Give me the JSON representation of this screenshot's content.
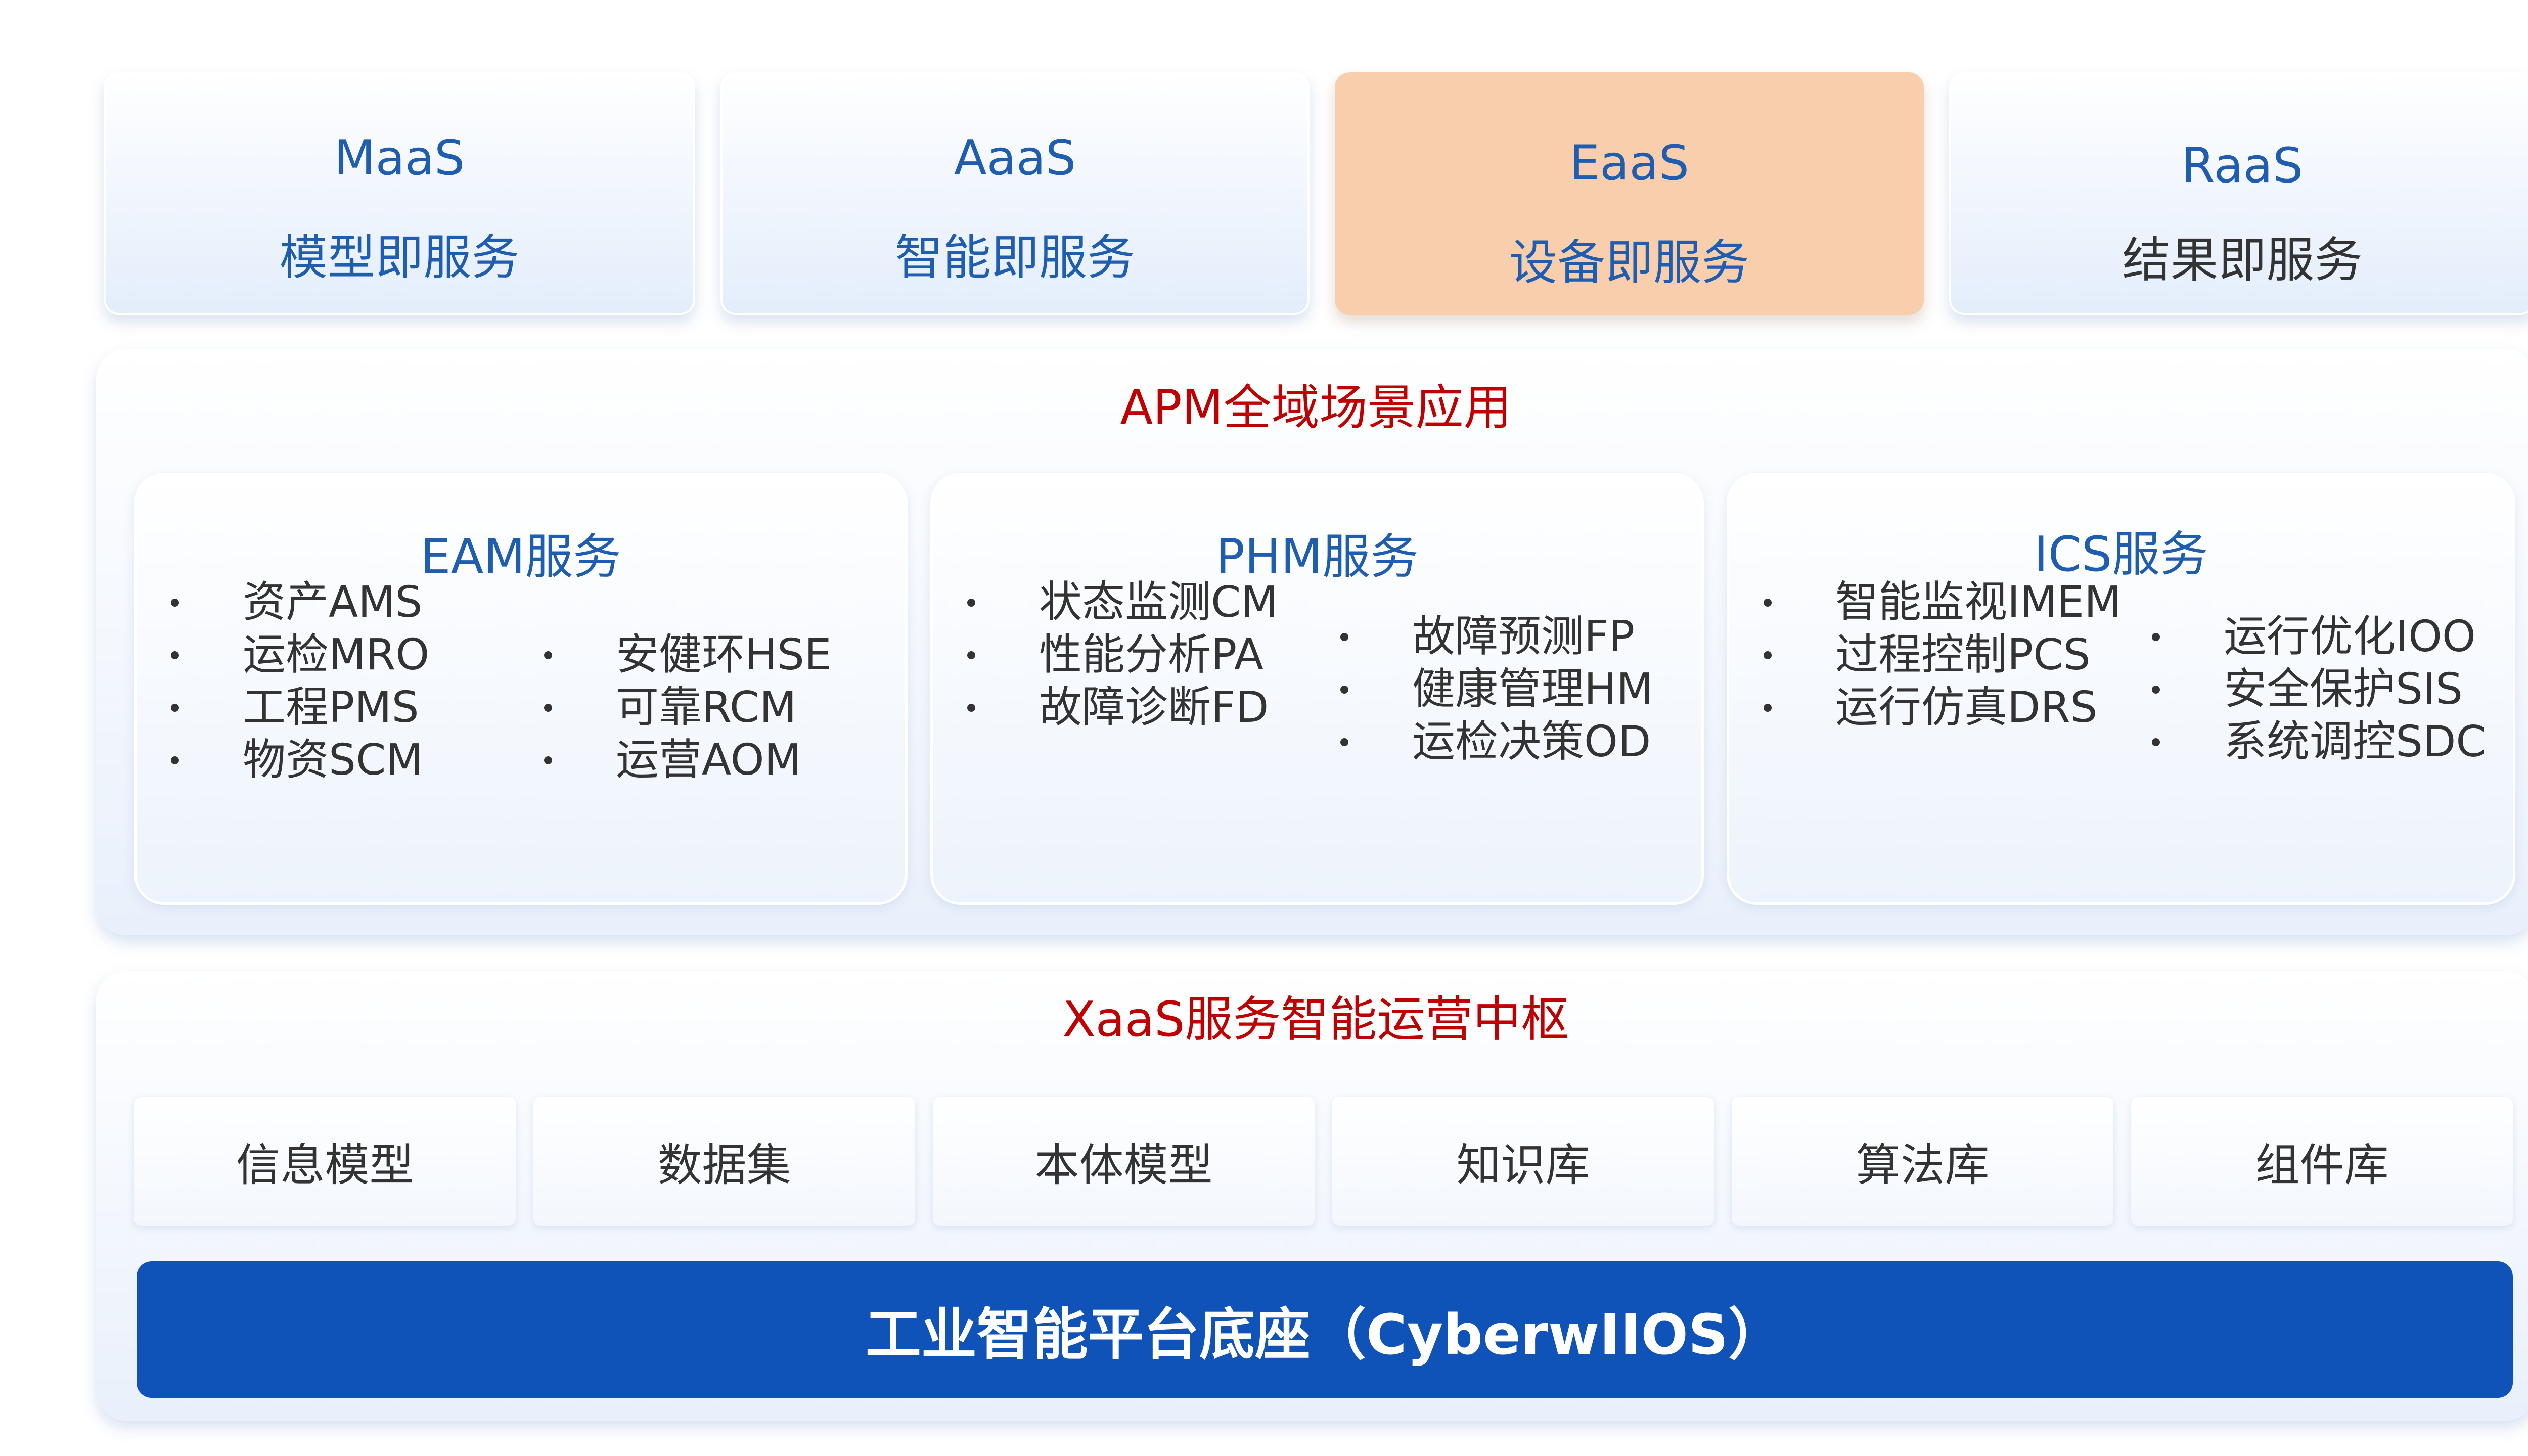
{
  "services": [
    {
      "code": "MaaS",
      "name": "模型即服务"
    },
    {
      "code": "AaaS",
      "name": "智能即服务"
    },
    {
      "code": "EaaS",
      "name": "设备即服务"
    },
    {
      "code": "RaaS",
      "name": "结果即服务"
    }
  ],
  "apm": {
    "title": "APM全域场景应用",
    "groups": [
      {
        "title": "EAM服务",
        "col1": [
          "资产AMS",
          "运检MRO",
          "工程PMS",
          "物资SCM"
        ],
        "col2": [
          "安健环HSE",
          "可靠RCM",
          "运营AOM"
        ]
      },
      {
        "title": "PHM服务",
        "col1": [
          "状态监测CM",
          "性能分析PA",
          "故障诊断FD"
        ],
        "col2": [
          "故障预测FP",
          "健康管理HM",
          "运检决策OD"
        ]
      },
      {
        "title": "ICS服务",
        "col1": [
          "智能监视IMEM",
          "过程控制PCS",
          "运行仿真DRS"
        ],
        "col2": [
          "运行优化IOO",
          "安全保护SIS",
          "系统调控SDC"
        ]
      }
    ]
  },
  "xaas": {
    "title": "XaaS服务智能运营中枢",
    "modules": [
      "信息模型",
      "数据集",
      "本体模型",
      "知识库",
      "算法库",
      "组件库"
    ],
    "base": "工业智能平台底座（CyberwIIOS）"
  },
  "colors": {
    "accent_blue": "#1f5db0",
    "accent_red": "#c00000",
    "highlight": "#f8ceac",
    "base_blue": "#0f52b8"
  }
}
